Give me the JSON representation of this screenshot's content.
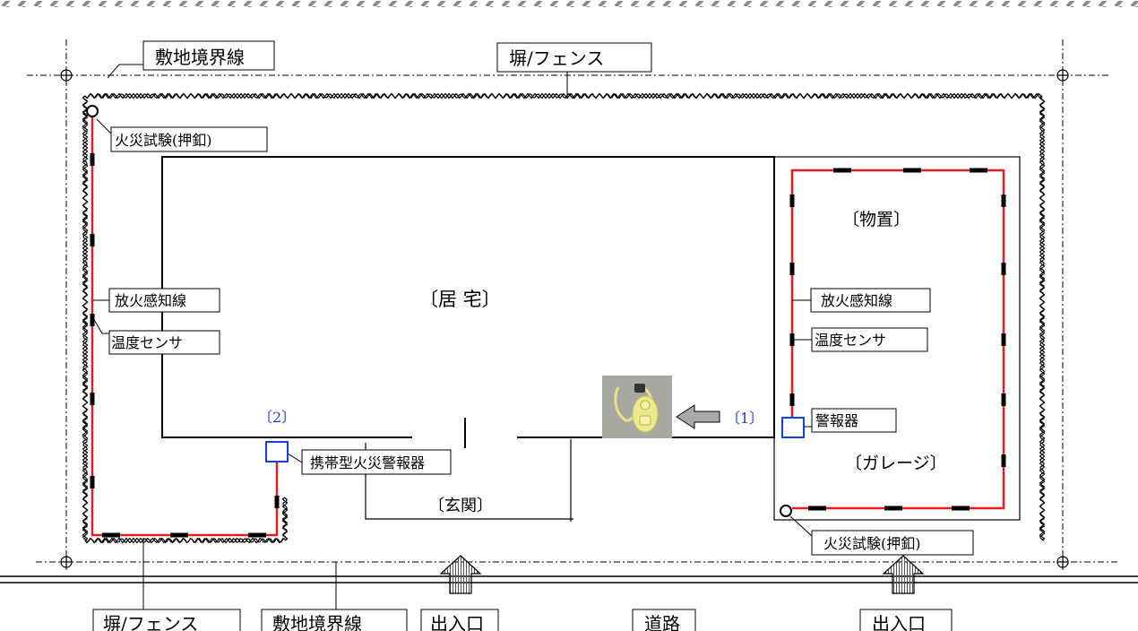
{
  "labels": {
    "top_boundary": "敷地境界線",
    "top_fence": "塀/フェンス",
    "fire_test_left": "火災試験(押釦)",
    "sensor_line_left": "放火感知線",
    "temp_sensor_left": "温度センサ",
    "residence": "〔居 宅〕",
    "storage": "〔物置〕",
    "sensor_line_right": "放火感知線",
    "temp_sensor_right": "温度センサ",
    "alarm": "警報器",
    "garage": "〔ガレージ〕",
    "fire_test_right": "火災試験(押釦)",
    "portable_alarm": "携帯型火災警報器",
    "entrance_hall": "〔玄関〕",
    "marker_1": "〔1〕",
    "marker_2": "〔2〕",
    "bottom_fence": "塀/フェンス",
    "bottom_boundary": "敷地境界線",
    "entrance_left": "出入口",
    "road": "道路",
    "entrance_right": "出入口"
  },
  "colors": {
    "sensor_line": "#e02020",
    "alarm_box": "#1a3fd6",
    "marker_text": "#1a3fd6",
    "photo_bg": "#a8a8a0",
    "device_body": "#eee98a",
    "arrow_fill": "#a9a9a9",
    "top_stripe": "#8a8a8a"
  },
  "icons": {
    "device_photo": "portable-fire-alarm-photo",
    "pointer_arrow": "arrow-left-icon",
    "entrance_arrow": "arrow-up-icon"
  }
}
